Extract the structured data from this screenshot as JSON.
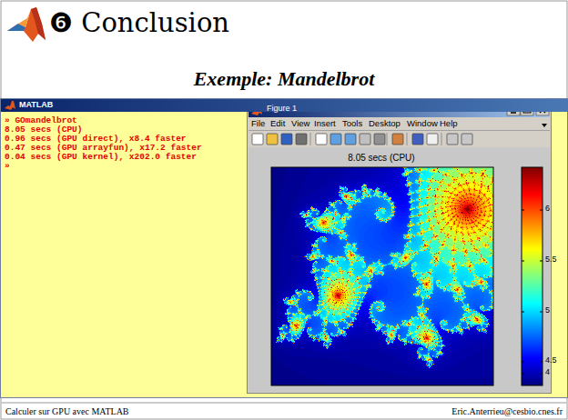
{
  "diagram": {
    "title": "❻ Conclusion",
    "nodes": [
      {
        "text": [
          "MATLAB",
          "» GOmandelbrot",
          "8.05 secs (CPU)",
          "0.96 secs (GPU direct), x8.4 faster",
          "0.47 secs (GPU arrayfun), x17.2 faster",
          "0.04 secs (GPU kernel), x202.0 faster",
          "»"
        ]
      },
      {
        "text": [
          "Figure 1"
        ],
        "in": 0
      }
    ],
    "labels": [
      "Exemple: Mandelbrot",
      "File",
      "Edit",
      "View",
      "Insert",
      "Tools",
      "Desktop",
      "Window",
      "Help",
      "8.05 secs (CPU)",
      "6",
      "5.5",
      "5",
      "4.5",
      "4",
      "Calculer sur GPU avec MATLAB",
      "Eric.Anterrieu@cesbio.cnes.fr"
    ]
  }
}
